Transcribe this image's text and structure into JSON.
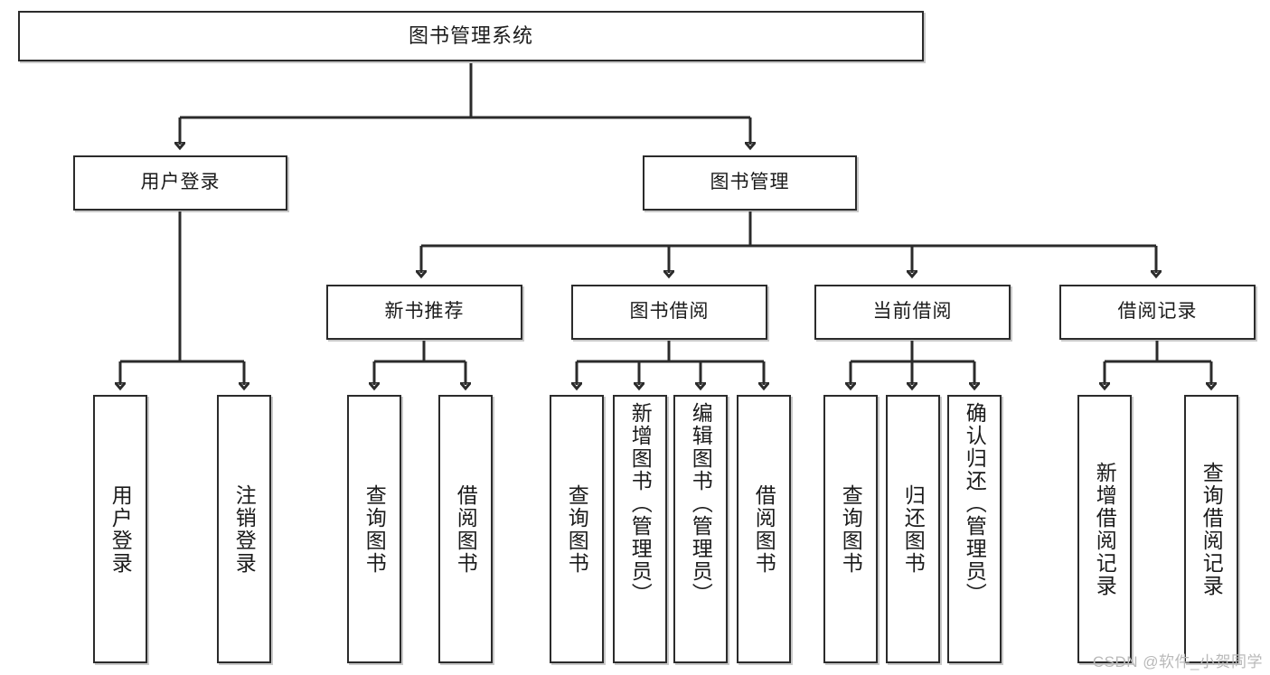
{
  "diagram": {
    "title": "图书管理系统",
    "type": "功能结构图",
    "watermark": "CSDN @软件_小贺同学",
    "colors": {
      "box_border": "#2b2b2b",
      "box_fill": "#ffffff",
      "connector": "#2b2b2b",
      "text": "#1b1b1b",
      "watermark": "#b9b9b9",
      "background": "#ffffff"
    }
  },
  "root": {
    "label": "图书管理系统"
  },
  "level1": [
    {
      "id": "user-login",
      "label": "用户登录"
    },
    {
      "id": "book-manage",
      "label": "图书管理"
    }
  ],
  "level2": [
    {
      "id": "new-book-recommend",
      "label": "新书推荐",
      "parent": "book-manage"
    },
    {
      "id": "book-borrow",
      "label": "图书借阅",
      "parent": "book-manage"
    },
    {
      "id": "current-borrow",
      "label": "当前借阅",
      "parent": "book-manage"
    },
    {
      "id": "borrow-record",
      "label": "借阅记录",
      "parent": "book-manage"
    }
  ],
  "leaves": {
    "user_login": [
      {
        "id": "leaf-user-login",
        "label": "用户登录"
      },
      {
        "id": "leaf-user-logout",
        "label": "注销登录"
      }
    ],
    "new_book_recommend": [
      {
        "id": "leaf-query-book-1",
        "label": "查询图书"
      },
      {
        "id": "leaf-borrow-book-1",
        "label": "借阅图书"
      }
    ],
    "book_borrow": [
      {
        "id": "leaf-query-book-2",
        "label": "查询图书"
      },
      {
        "id": "leaf-add-book",
        "label": "新增图书（管理员）"
      },
      {
        "id": "leaf-edit-book",
        "label": "编辑图书（管理员）"
      },
      {
        "id": "leaf-borrow-book-2",
        "label": "借阅图书"
      }
    ],
    "current_borrow": [
      {
        "id": "leaf-query-book-3",
        "label": "查询图书"
      },
      {
        "id": "leaf-return-book",
        "label": "归还图书"
      },
      {
        "id": "leaf-confirm-return",
        "label": "确认归还（管理员）"
      }
    ],
    "borrow_record": [
      {
        "id": "leaf-add-record",
        "label": "新增借阅记录"
      },
      {
        "id": "leaf-query-record",
        "label": "查询借阅记录"
      }
    ]
  }
}
